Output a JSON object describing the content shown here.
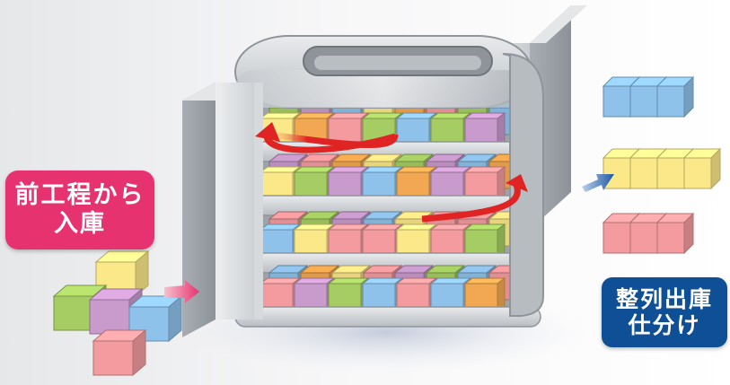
{
  "labels": {
    "input": {
      "line1": "前工程から",
      "line2": "入庫"
    },
    "output": {
      "line1": "整列出庫",
      "line2": "仕分け"
    }
  },
  "colors": {
    "input_badge": "#e6336f",
    "output_badge": "#0f4f95",
    "flow_arrow": "#e02424",
    "tray_gray": "#bfc3c7",
    "cube_blue": "#8ec2ea",
    "cube_yellow": "#fbe889",
    "cube_pink": "#f39b9f",
    "cube_purple": "#c99acc",
    "cube_green": "#a6cd63",
    "cube_orange": "#f2a852"
  },
  "diagram": {
    "type": "automated storage rotating rack with input/output conveyors",
    "input_item_colors": [
      "yellow",
      "green",
      "purple",
      "blue",
      "pink"
    ],
    "output_groups": [
      {
        "color": "blue",
        "count": 3
      },
      {
        "color": "yellow",
        "count": 4
      },
      {
        "color": "pink",
        "count": 3
      }
    ],
    "tiers": 4,
    "icons": [
      "input-arrow-icon",
      "output-arrow-icon",
      "circulation-arrow-icon"
    ]
  }
}
